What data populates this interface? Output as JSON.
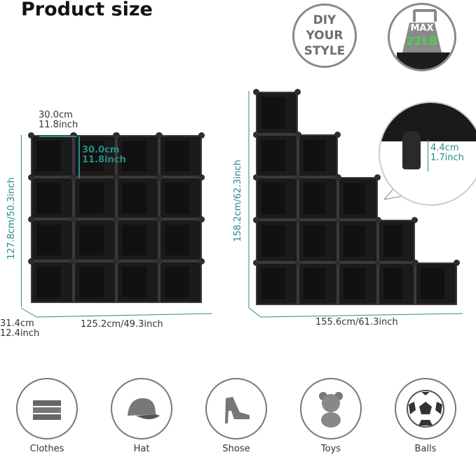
{
  "title": "Product size",
  "badges": {
    "diy": [
      "DIY",
      "YOUR",
      "STYLE"
    ],
    "max_label": "MAX",
    "max_value": "22LB"
  },
  "left_unit": {
    "cube_width": "30.0cm",
    "cube_width_in": "11.8inch",
    "cube_height": "30.0cm",
    "cube_height_in": "11.8inch",
    "height": "127.8cm/50.3inch",
    "depth": "31.4cm",
    "depth_in": "12.4inch",
    "width": "125.2cm/49.3inch"
  },
  "right_unit": {
    "height": "158.2cm/62.3inch",
    "width": "155.6cm/61.3inch",
    "foot_height": "4.4cm",
    "foot_height_in": "1.7inch"
  },
  "uses": [
    {
      "label": "Clothes",
      "icon": "folded-clothes-icon"
    },
    {
      "label": "Hat",
      "icon": "cap-icon"
    },
    {
      "label": "Shose",
      "icon": "high-heel-shoe-icon"
    },
    {
      "label": "Toys",
      "icon": "teddy-bear-icon"
    },
    {
      "label": "Balls",
      "icon": "soccer-ball-icon"
    }
  ],
  "colors": {
    "accent": "#2a8a85",
    "green": "#4fd14a",
    "gray": "#8a8a8a"
  }
}
